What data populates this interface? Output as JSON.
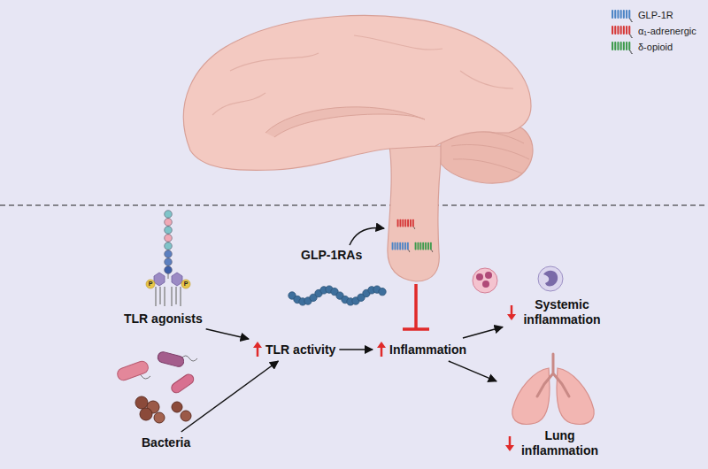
{
  "diagram": {
    "nodes": [
      {
        "text": [
          "GLP-1RAs"
        ]
      },
      {
        "text": [
          "TLR agonists"
        ]
      },
      {
        "text": [
          "TLR activity"
        ]
      },
      {
        "text": [
          "Inflammation"
        ]
      },
      {
        "text": [
          "Systemic inflammation"
        ]
      },
      {
        "text": [
          "Lung inflammation"
        ]
      },
      {
        "text": [
          "Bacteria"
        ]
      }
    ],
    "edges": [
      {
        "from": 1,
        "to": 2,
        "arrow": "to"
      },
      {
        "from": 6,
        "to": 2,
        "arrow": "to"
      },
      {
        "from": 2,
        "to": 3,
        "arrow": "to"
      },
      {
        "from": 3,
        "to": 4,
        "arrow": "to"
      },
      {
        "from": 3,
        "to": 5,
        "arrow": "to"
      }
    ],
    "labels": [
      "P",
      "P"
    ],
    "legend": [
      {
        "text": "GLP-1R",
        "color": "#4f86c6"
      },
      {
        "text": "α₁-adrenergic",
        "color": "#d63a3a"
      },
      {
        "text": "δ-opioid",
        "color": "#3f9b4e"
      }
    ]
  }
}
